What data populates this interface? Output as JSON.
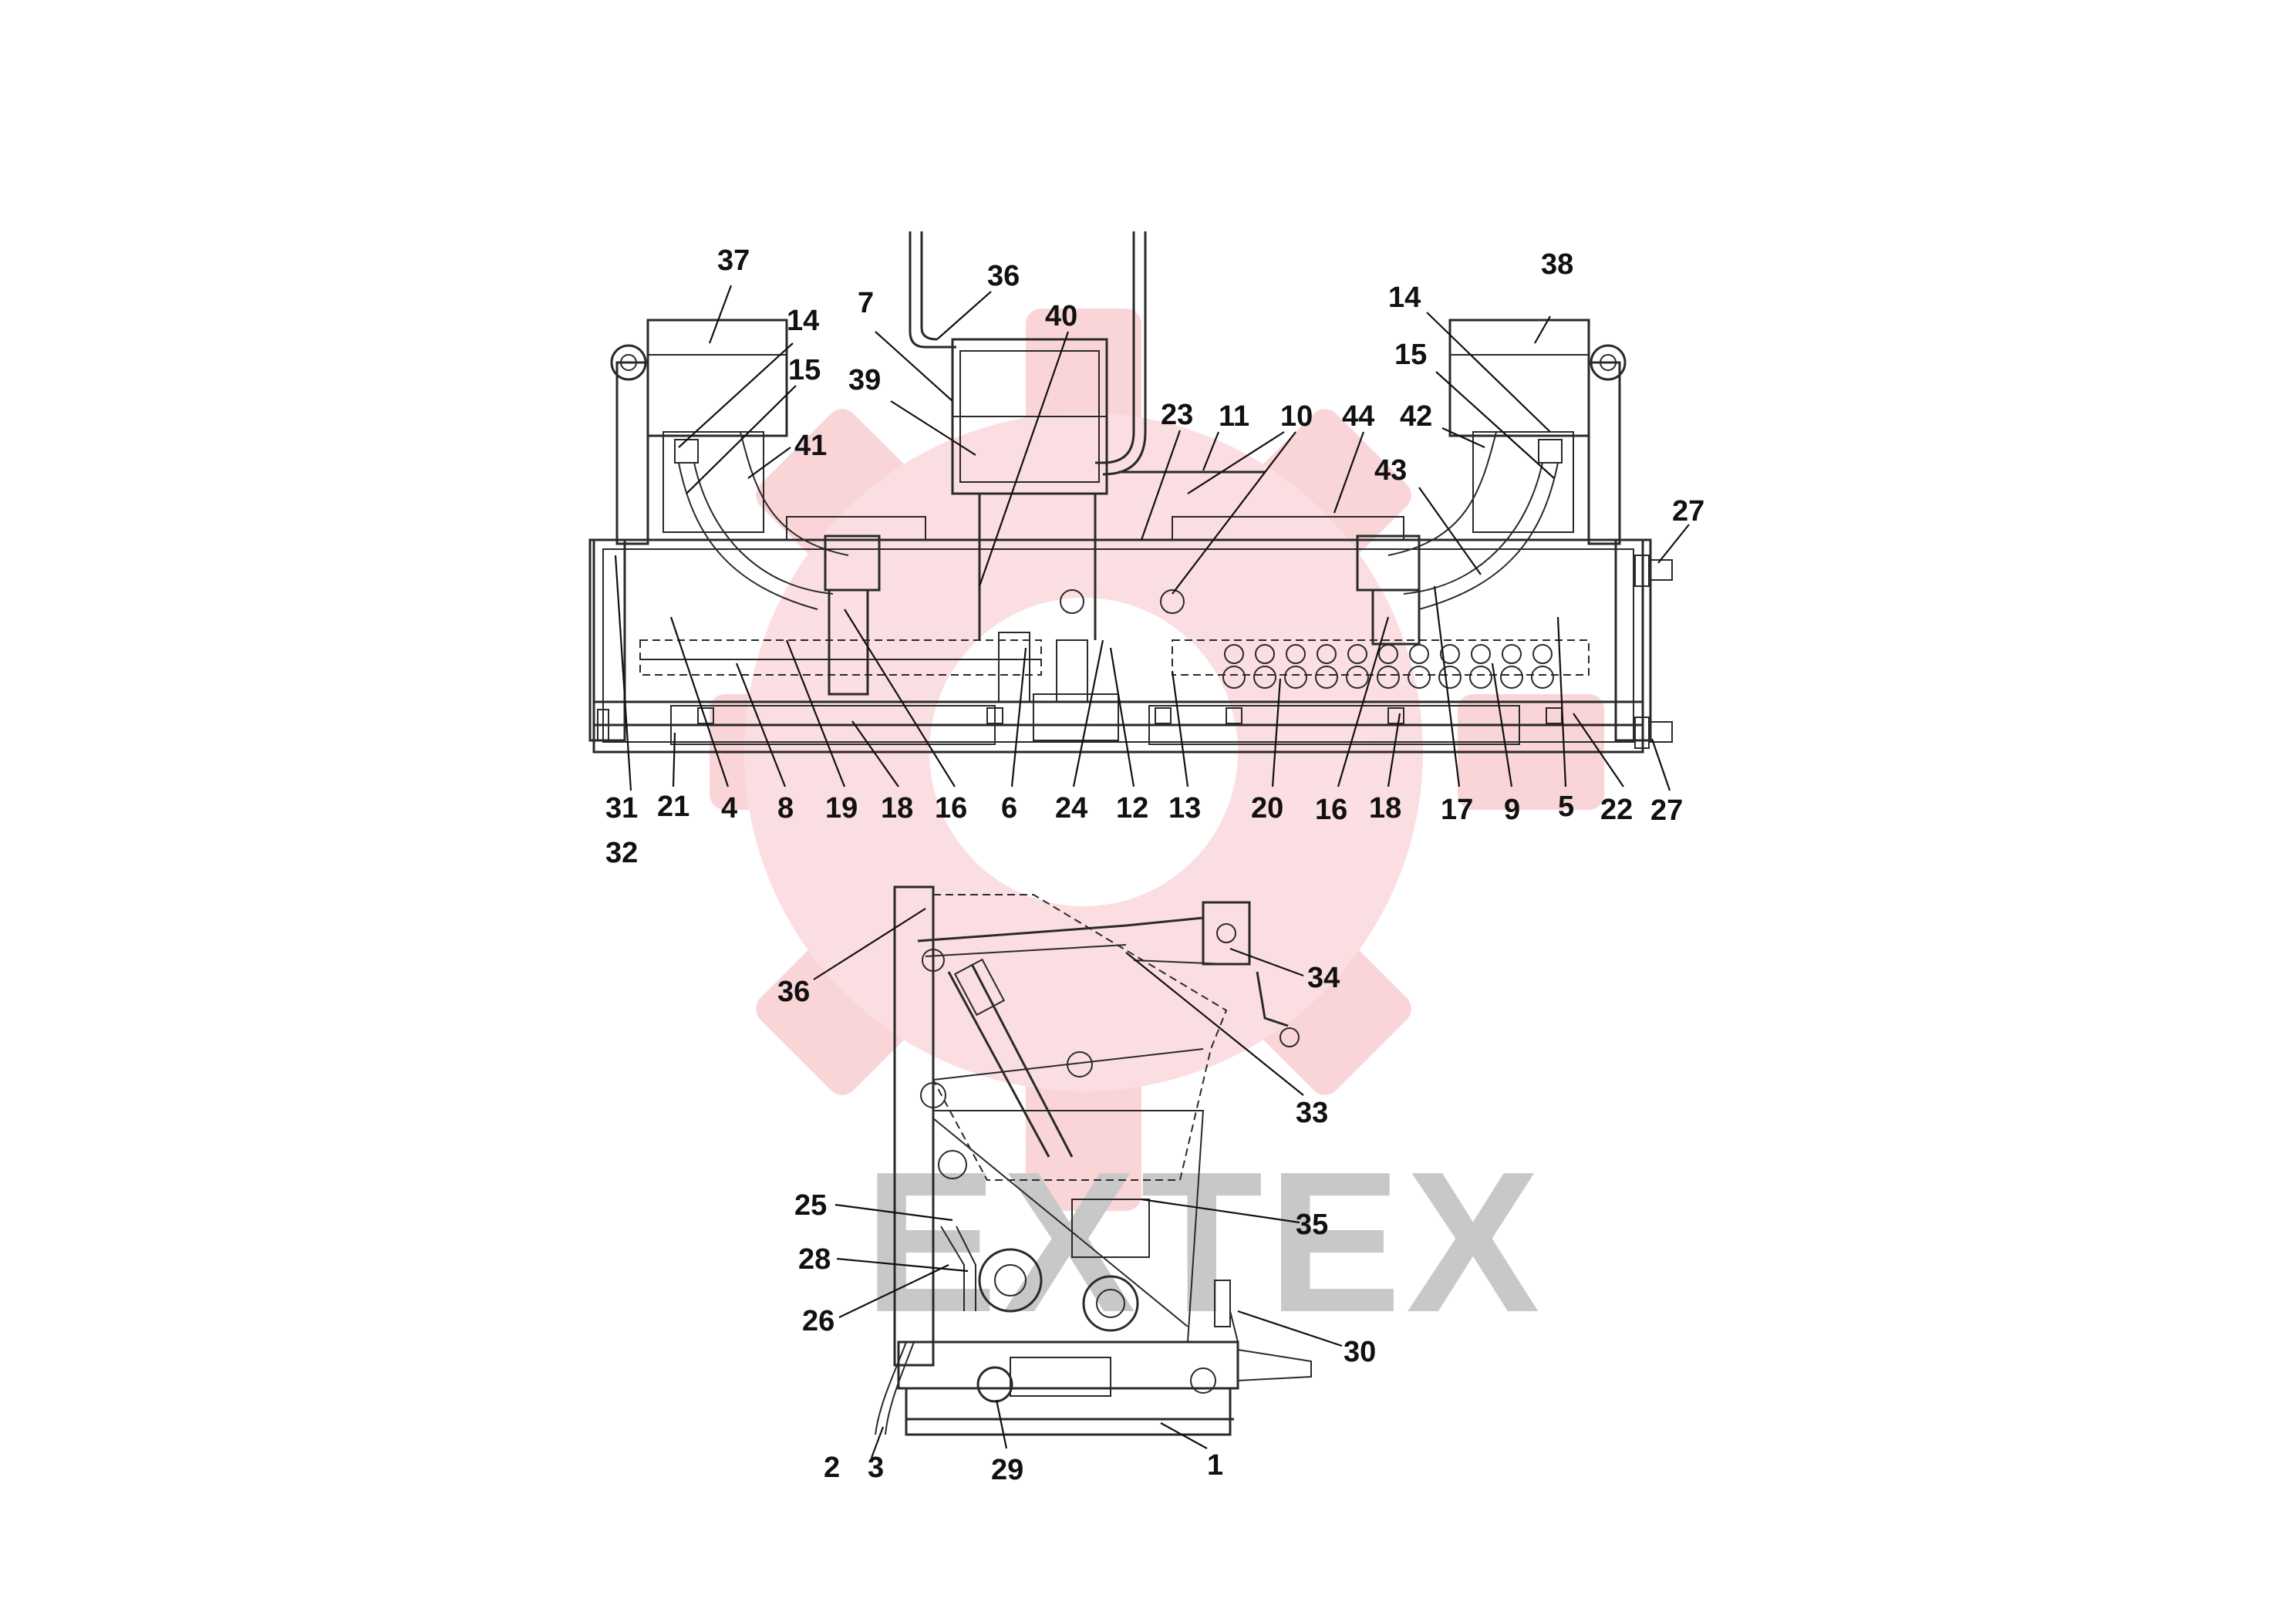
{
  "watermark": {
    "text": "EXTEX",
    "gear_color": "#f7c9cc",
    "text_color": "#c8c8c8"
  },
  "top_view": {
    "callouts": [
      {
        "id": "c37",
        "text": "37"
      },
      {
        "id": "c36t",
        "text": "36"
      },
      {
        "id": "c14l",
        "text": "14"
      },
      {
        "id": "c7",
        "text": "7"
      },
      {
        "id": "c40",
        "text": "40"
      },
      {
        "id": "c15l",
        "text": "15"
      },
      {
        "id": "c39",
        "text": "39"
      },
      {
        "id": "c41",
        "text": "41"
      },
      {
        "id": "c23",
        "text": "23"
      },
      {
        "id": "c11",
        "text": "11"
      },
      {
        "id": "c10",
        "text": "10"
      },
      {
        "id": "c44",
        "text": "44"
      },
      {
        "id": "c42",
        "text": "42"
      },
      {
        "id": "c38",
        "text": "38"
      },
      {
        "id": "c14r",
        "text": "14"
      },
      {
        "id": "c15r",
        "text": "15"
      },
      {
        "id": "c43",
        "text": "43"
      },
      {
        "id": "c27a",
        "text": "27"
      },
      {
        "id": "c27b",
        "text": "27"
      },
      {
        "id": "c31",
        "text": "31"
      },
      {
        "id": "c32",
        "text": "32"
      },
      {
        "id": "c21",
        "text": "21"
      },
      {
        "id": "c4",
        "text": "4"
      },
      {
        "id": "c8",
        "text": "8"
      },
      {
        "id": "c19",
        "text": "19"
      },
      {
        "id": "c18l",
        "text": "18"
      },
      {
        "id": "c16l",
        "text": "16"
      },
      {
        "id": "c6",
        "text": "6"
      },
      {
        "id": "c24",
        "text": "24"
      },
      {
        "id": "c12",
        "text": "12"
      },
      {
        "id": "c13",
        "text": "13"
      },
      {
        "id": "c20",
        "text": "20"
      },
      {
        "id": "c16r",
        "text": "16"
      },
      {
        "id": "c18r",
        "text": "18"
      },
      {
        "id": "c17",
        "text": "17"
      },
      {
        "id": "c9",
        "text": "9"
      },
      {
        "id": "c5",
        "text": "5"
      },
      {
        "id": "c22",
        "text": "22"
      }
    ]
  },
  "side_view": {
    "callouts": [
      {
        "id": "c36s",
        "text": "36"
      },
      {
        "id": "c34",
        "text": "34"
      },
      {
        "id": "c33",
        "text": "33"
      },
      {
        "id": "c35",
        "text": "35"
      },
      {
        "id": "c25",
        "text": "25"
      },
      {
        "id": "c28",
        "text": "28"
      },
      {
        "id": "c26",
        "text": "26"
      },
      {
        "id": "c30",
        "text": "30"
      },
      {
        "id": "c2",
        "text": "2"
      },
      {
        "id": "c3",
        "text": "3"
      },
      {
        "id": "c29",
        "text": "29"
      },
      {
        "id": "c1",
        "text": "1"
      }
    ]
  }
}
